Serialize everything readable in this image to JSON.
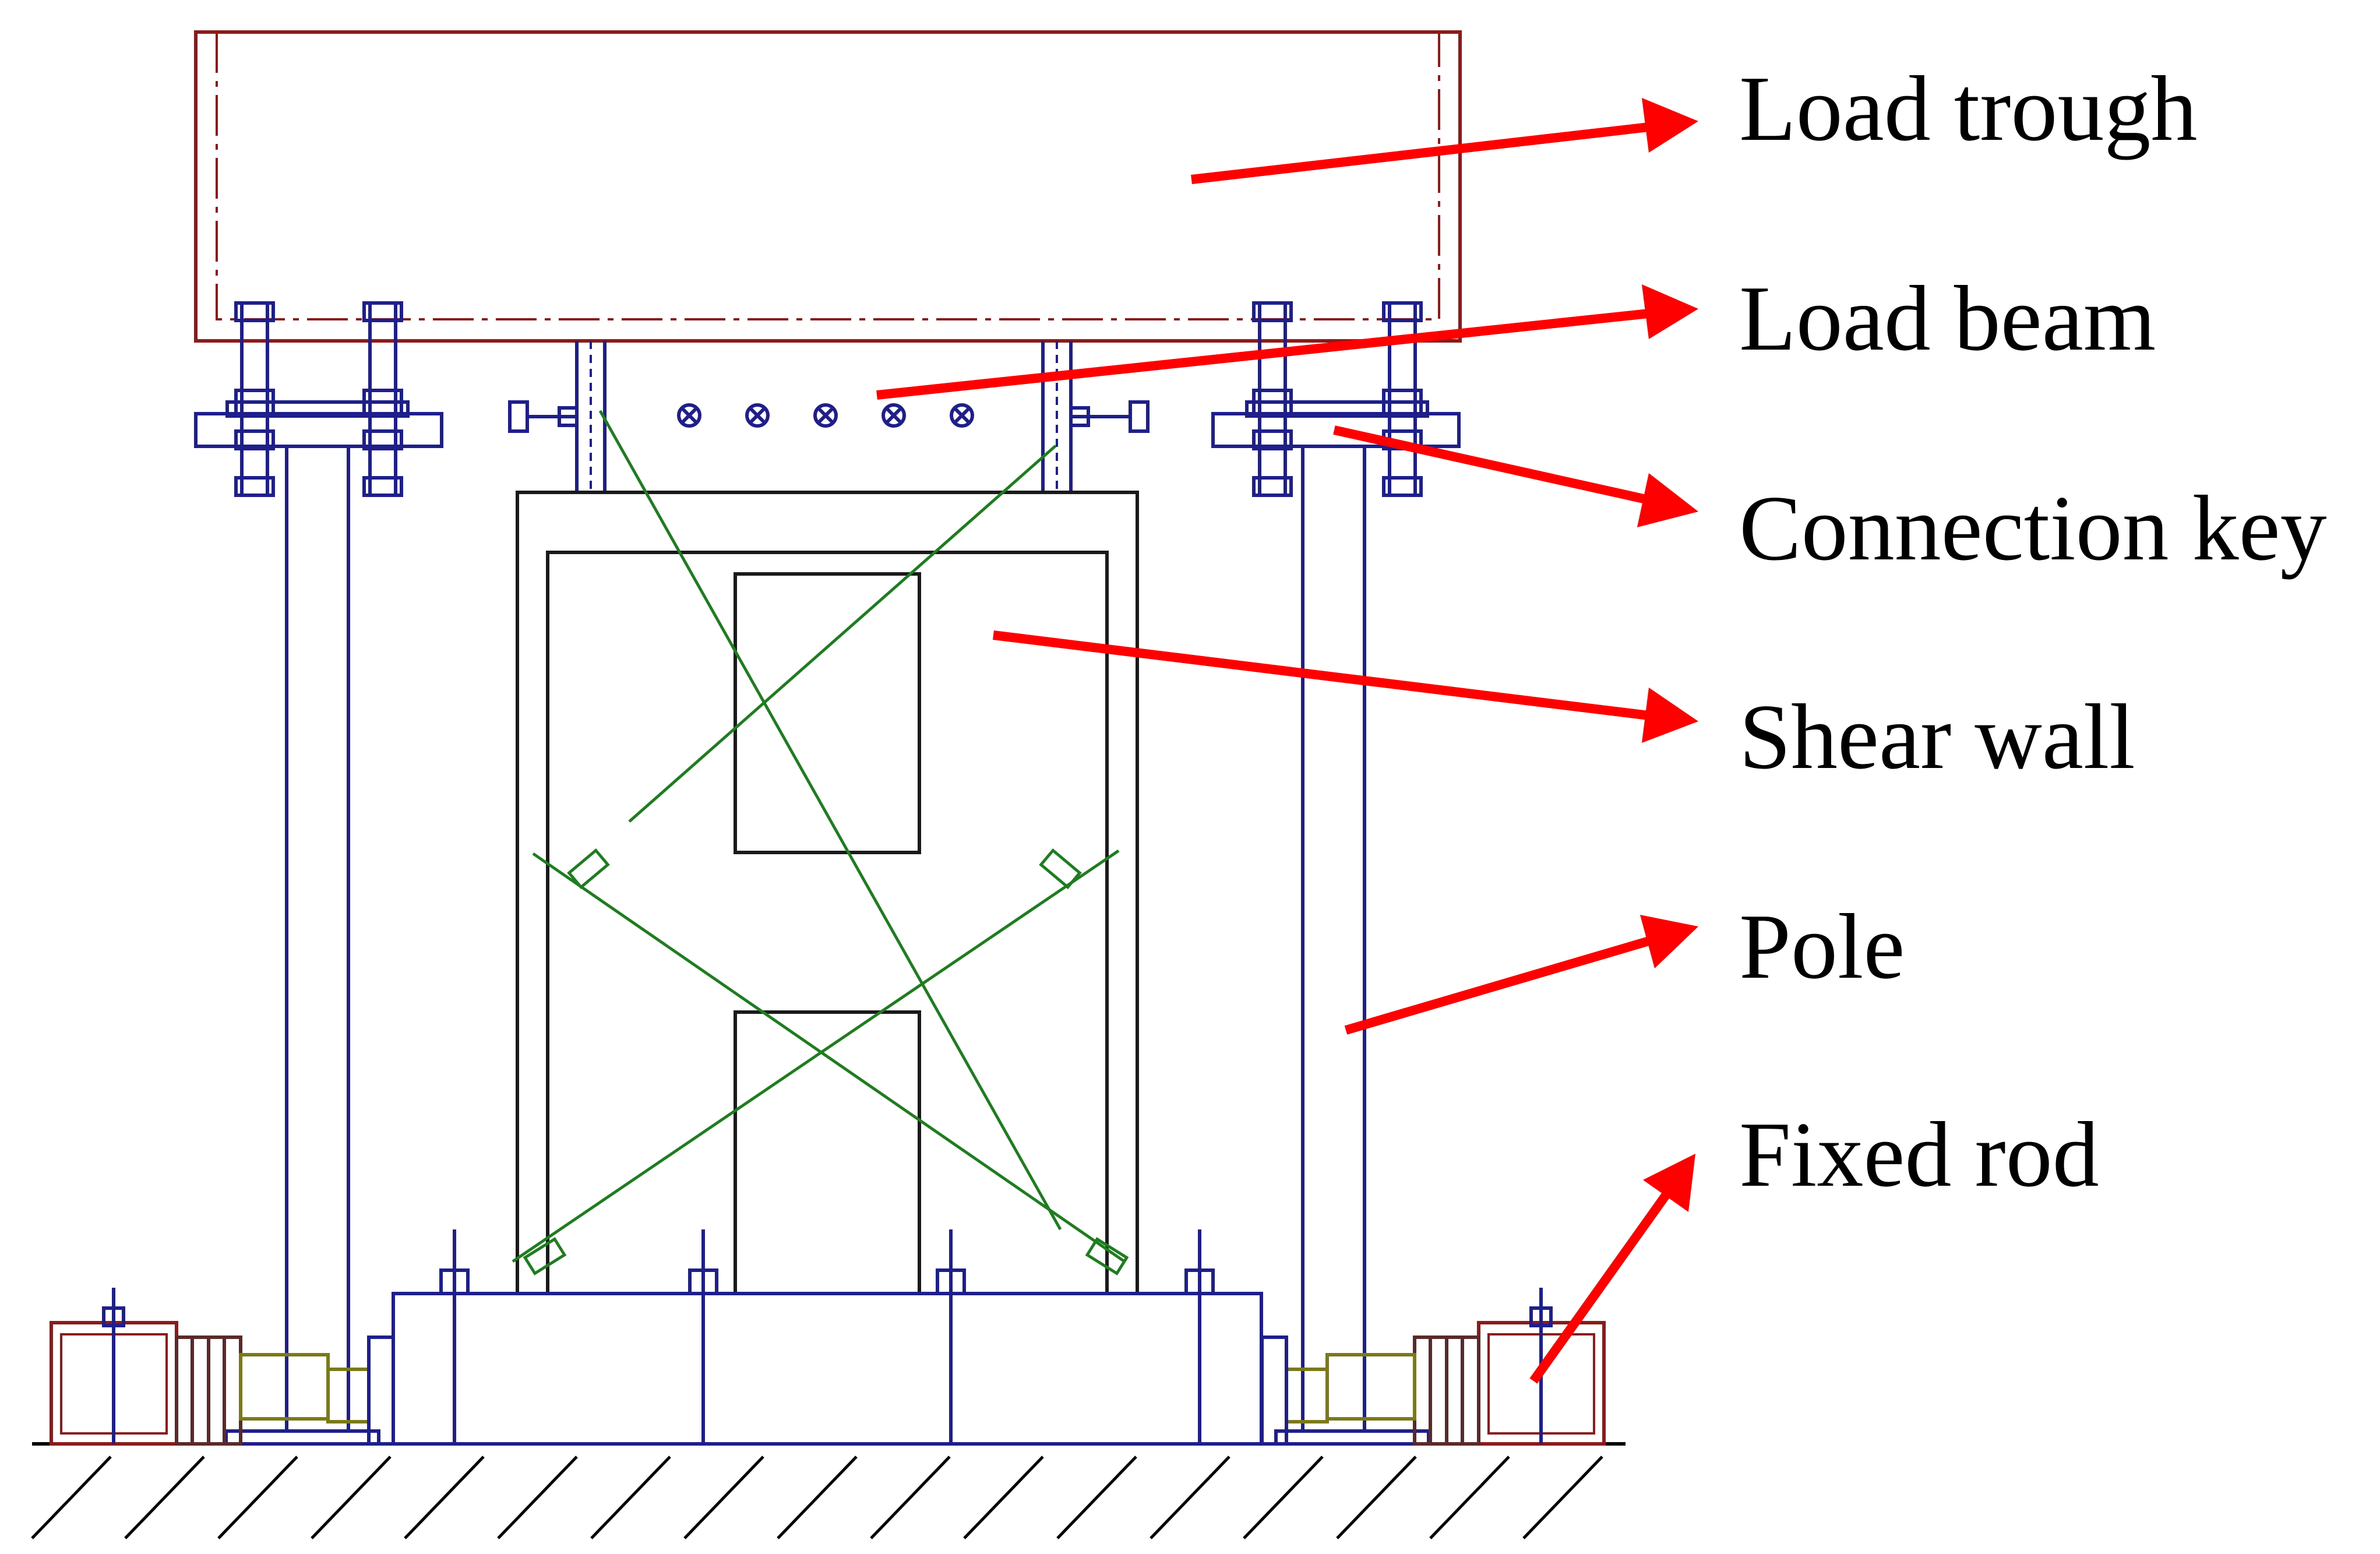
{
  "labels": {
    "load_trough": "Load trough",
    "load_beam": "Load beam",
    "connection_key": "Connection key",
    "shear_wall": "Shear wall",
    "pole": "Pole",
    "fixed_rod": "Fixed rod"
  },
  "colors": {
    "trough": "#8b1a1a",
    "steel": "#1f1f8c",
    "wall": "#1a1a1a",
    "brace": "#1e7d1e",
    "weld": "#7a7a1a",
    "arrow": "#ff0000"
  }
}
